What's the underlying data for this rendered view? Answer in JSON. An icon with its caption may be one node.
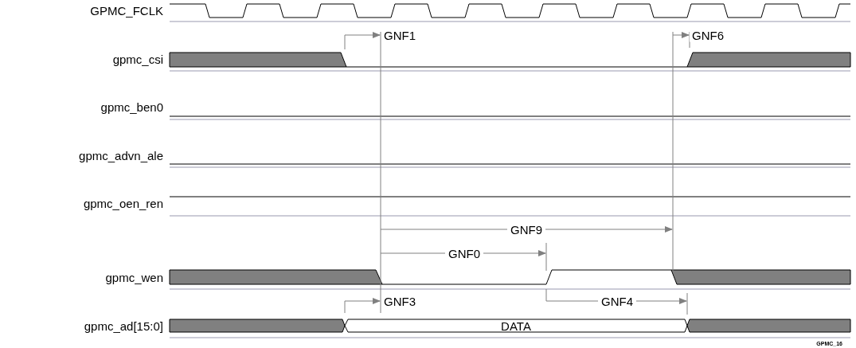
{
  "diagram": {
    "labels": [
      "GPMC_FCLK",
      "GNF1",
      "GNF6",
      "gpmc_csi",
      "gpmc_ben0",
      "gpmc_advn_ale",
      "gpmc_oen_ren",
      "GNF9",
      "GNF0",
      "gpmc_wen",
      "GNF3",
      "GNF4",
      "gpmc_ad[15:0]",
      "DATA",
      "GPMC_16"
    ]
  }
}
